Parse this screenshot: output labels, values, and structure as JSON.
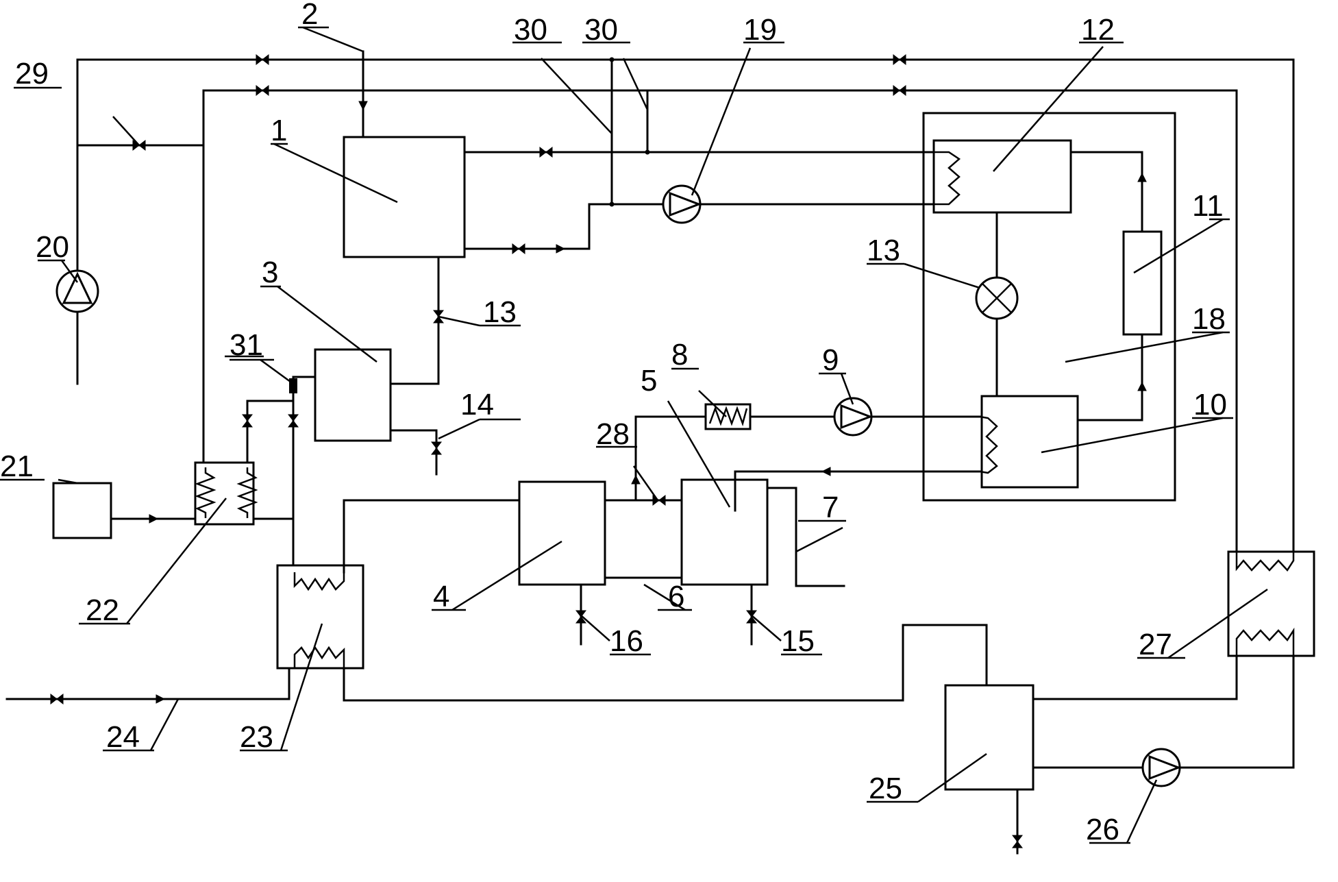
{
  "labels": {
    "l1": "1",
    "l2": "2",
    "l3": "3",
    "l4": "4",
    "l5": "5",
    "l6": "6",
    "l7": "7",
    "l8": "8",
    "l9": "9",
    "l10": "10",
    "l11": "11",
    "l12": "12",
    "l13a": "13",
    "l13b": "13",
    "l14": "14",
    "l15": "15",
    "l16": "16",
    "l18": "18",
    "l19": "19",
    "l20": "20",
    "l21": "21",
    "l22": "22",
    "l23": "23",
    "l24": "24",
    "l25": "25",
    "l26": "26",
    "l27": "27",
    "l28": "28",
    "l29": "29",
    "l30a": "30",
    "l30b": "30",
    "l31": "31"
  },
  "icons": [
    "valve-icon",
    "pump-icon",
    "expansion-valve-icon",
    "coil-icon",
    "heat-exchanger-icon",
    "filter-icon"
  ]
}
